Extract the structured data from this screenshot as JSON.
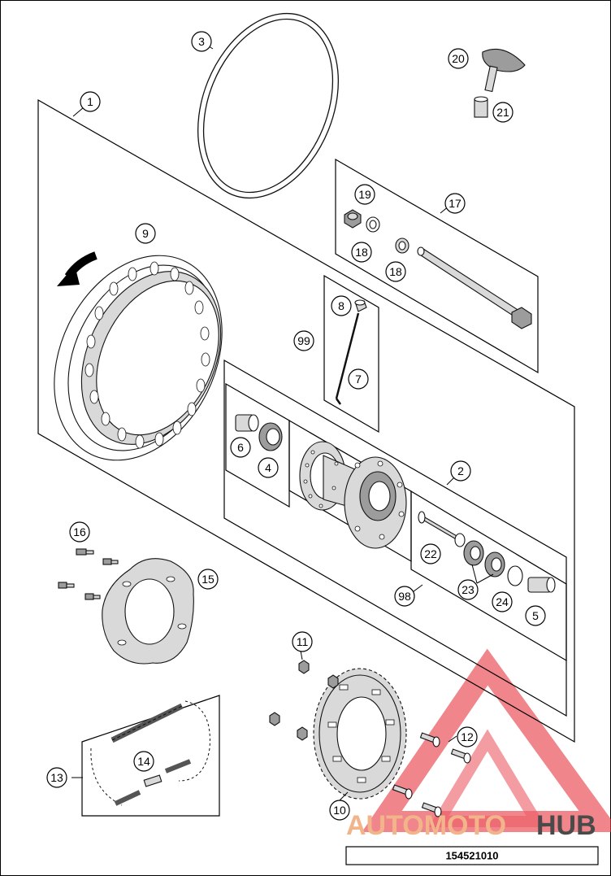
{
  "document_number": "154521010",
  "watermark": {
    "text_part1": "AUTOMOTO",
    "text_part2": "HUB",
    "color1": "#f2b48a",
    "color2": "#4a4a4a",
    "logo_color": "#e8404a"
  },
  "callouts": [
    {
      "id": "c1",
      "label": "1"
    },
    {
      "id": "c2",
      "label": "2"
    },
    {
      "id": "c3",
      "label": "3"
    },
    {
      "id": "c4",
      "label": "4"
    },
    {
      "id": "c5",
      "label": "5"
    },
    {
      "id": "c6",
      "label": "6"
    },
    {
      "id": "c7",
      "label": "7"
    },
    {
      "id": "c8",
      "label": "8"
    },
    {
      "id": "c9",
      "label": "9"
    },
    {
      "id": "c10",
      "label": "10"
    },
    {
      "id": "c11",
      "label": "11"
    },
    {
      "id": "c12",
      "label": "12"
    },
    {
      "id": "c13",
      "label": "13"
    },
    {
      "id": "c14",
      "label": "14"
    },
    {
      "id": "c15",
      "label": "15"
    },
    {
      "id": "c16",
      "label": "16"
    },
    {
      "id": "c17",
      "label": "17"
    },
    {
      "id": "c18a",
      "label": "18"
    },
    {
      "id": "c18b",
      "label": "18"
    },
    {
      "id": "c19",
      "label": "19"
    },
    {
      "id": "c20",
      "label": "20"
    },
    {
      "id": "c21",
      "label": "21"
    },
    {
      "id": "c22",
      "label": "22"
    },
    {
      "id": "c23",
      "label": "23"
    },
    {
      "id": "c24",
      "label": "24"
    },
    {
      "id": "c98",
      "label": "98"
    },
    {
      "id": "c99",
      "label": "99"
    }
  ]
}
